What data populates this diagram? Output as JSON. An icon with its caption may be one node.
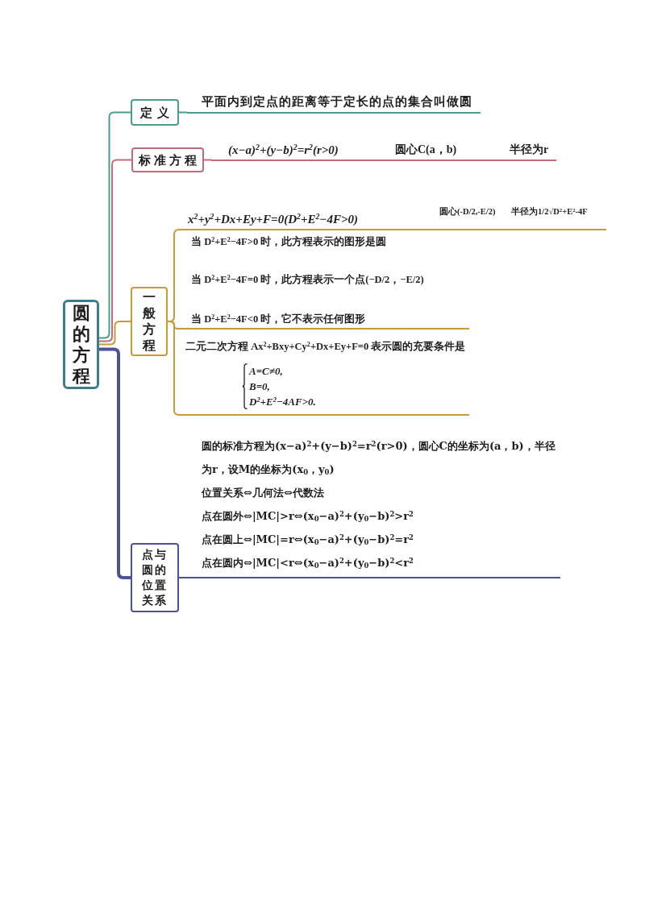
{
  "diagram": {
    "nodes": [
      {
        "text": [
          "圆的方程"
        ]
      },
      {
        "text": [
          "定义"
        ]
      },
      {
        "text": [
          "平面内到定点的距离等于定长的点的集合叫做圆"
        ]
      },
      {
        "text": [
          "标准方程"
        ]
      },
      {
        "text": [
          "(x−a)$^{2}$+(y−b)$^{2}$=r$^{2}$(r>0)",
          "圆心C(a，b)",
          "半径为r"
        ]
      },
      {
        "text": [
          "一般方程"
        ]
      },
      {
        "text": [
          "x$^{2}$+y$^{2}$+Dx+Ey+F=0(D$^{2}$+E$^{2}$−4F>0)",
          "圆心(-D/2,-E/2)",
          "半径为1/2√D$^{2}$+E$^{2}$-4F"
        ]
      },
      {
        "text": [
          "当 D$^{2}$+E$^{2}$−4F>0 时，此方程表示的图形是圆",
          "当 D$^{2}$+E$^{2}$−4F=0 时，此方程表示一个点(−D/2，−E/2)",
          "当 D$^{2}$+E$^{2}$−4F<0 时，它不表示任何图形"
        ]
      },
      {
        "text": [
          "二元二次方程 Ax$^{2}$+Bxy+Cy$^{2}$+Dx+Ey+F=0 表示圆的充要条件是",
          "A=C≠0,",
          "B=0,",
          "D$^{2}$+E$^{2}$−4AF>0."
        ]
      },
      {
        "text": [
          "点与圆的位置关系"
        ]
      },
      {
        "text": [
          "圆的标准方程为(x−a)$^{2}$+(y−b)$^{2}$=r$^{2}$(r>0)，圆心C的坐标为(a，b)，半径为r，设M的坐标为(x$_{0}$，y$_{0}$)",
          "位置关系⇔几何法⇔代数法",
          "点在圆外⇔|MC|>r⇔(x$_{0}$−a)$^{2}$+(y$_{0}$−b)$^{2}$>r$^{2}$",
          "点在圆上⇔|MC|=r⇔(x$_{0}$−a)$^{2}$+(y$_{0}$−b)$^{2}$=r$^{2}$",
          "点在圆内⇔|MC|<r⇔(x$_{0}$−a)$^{2}$+(y$_{0}$−b)$^{2}$<r$^{2}$"
        ]
      }
    ],
    "edges": [
      {
        "from": 0,
        "to": 1,
        "arrow": "none",
        "color": "#4a9c8f"
      },
      {
        "from": 0,
        "to": 3,
        "arrow": "none",
        "color": "#c36b7a"
      },
      {
        "from": 0,
        "to": 5,
        "arrow": "none",
        "color": "#c99a35"
      },
      {
        "from": 0,
        "to": 9,
        "arrow": "none",
        "color": "#4d5199",
        "style": "thick"
      },
      {
        "from": 1,
        "to": 2,
        "arrow": "none",
        "color": "#4a9c8f"
      },
      {
        "from": 3,
        "to": 4,
        "arrow": "none",
        "color": "#c36b7a"
      },
      {
        "from": 5,
        "to": 6,
        "arrow": "none",
        "color": "#c99a35"
      },
      {
        "from": 5,
        "to": 7,
        "arrow": "none",
        "color": "#c99a35"
      },
      {
        "from": 5,
        "to": 8,
        "arrow": "none",
        "color": "#c99a35"
      },
      {
        "from": 9,
        "to": 10,
        "arrow": "none",
        "color": "#4d5199"
      }
    ]
  }
}
